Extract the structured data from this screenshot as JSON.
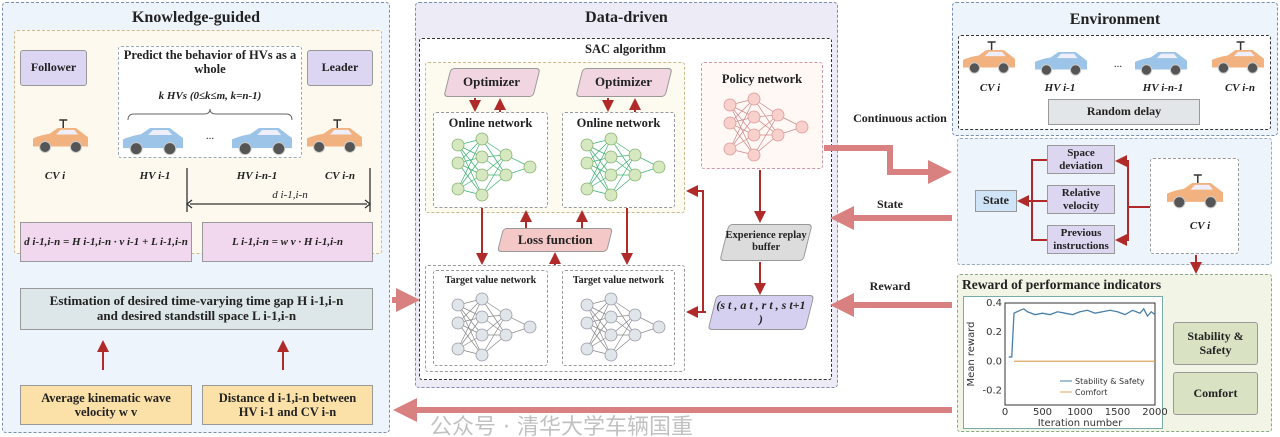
{
  "knowledge": {
    "title": "Knowledge-guided",
    "follower": "Follower",
    "leader": "Leader",
    "predict": "Predict the behavior of HVs as a whole",
    "k_hvs": "k HVs (0≤k≤m, k=n-1)",
    "ellipsis": "...",
    "vehicles": [
      "CV i",
      "HV i-1",
      "HV i-n-1",
      "CV i-n"
    ],
    "distance_label": "d i-1,i-n",
    "eq1": "d i-1,i-n = H i-1,i-n · v i-1 + L i-1,i-n",
    "eq2": "L i-1,i-n = w v · H i-1,i-n",
    "estimation": "Estimation of desired time-varying time gap H i-1,i-n and desired standstill space L i-1,i-n",
    "input1": "Average kinematic wave velocity w v",
    "input2": "Distance d i-1,i-n between HV i-1 and CV i-n"
  },
  "data_driven": {
    "title": "Data-driven",
    "sac": "SAC algorithm",
    "optimizer": "Optimizer",
    "online": "Online network",
    "loss": "Loss function",
    "target": "Target value network",
    "policy": "Policy network",
    "replay": "Experience replay buffer",
    "tuple": "(s t , a t , r t , s t+1 )"
  },
  "links": {
    "action": "Continuous action",
    "state": "State",
    "reward": "Reward"
  },
  "environment": {
    "title": "Environment",
    "vehicles": [
      "CV i",
      "HV i-1",
      "HV i-n-1",
      "CV i-n"
    ],
    "ellipsis": "...",
    "random_delay": "Random delay",
    "state": "State",
    "features": [
      "Space deviation",
      "Relative velocity",
      "Previous instructions"
    ],
    "cv": "CV i"
  },
  "reward": {
    "title": "Reward of performance indicators",
    "stability": "Stability & Safety",
    "comfort": "Comfort"
  },
  "watermark": "公众号 · 清华大学车辆国重",
  "colors": {
    "arrow": "#b02a2a",
    "big_arrow": "#d98080",
    "cv_orange": "#f2b27f",
    "hv_blue": "#9cc3e8"
  },
  "chart_data": {
    "type": "line",
    "xlabel": "Iteration number",
    "ylabel": "Mean reward",
    "xlim": [
      0,
      2000
    ],
    "ylim": [
      -0.3,
      0.4
    ],
    "xticks": [
      "0",
      "500",
      "1000",
      "1500",
      "2000"
    ],
    "yticks": [
      "-0.2",
      "0.0",
      "0.2",
      "0.4"
    ],
    "legend": "bottom-right",
    "series": [
      {
        "name": "Stability & Safety",
        "color": "#4a7fa8",
        "x": [
          50,
          90,
          120,
          200,
          250,
          300,
          400,
          500,
          600,
          700,
          800,
          900,
          1000,
          1100,
          1200,
          1300,
          1400,
          1500,
          1600,
          1700,
          1800,
          1850,
          1900,
          1950,
          2000
        ],
        "y": [
          0.03,
          0.03,
          0.33,
          0.35,
          0.36,
          0.34,
          0.32,
          0.33,
          0.32,
          0.34,
          0.33,
          0.32,
          0.34,
          0.35,
          0.33,
          0.34,
          0.35,
          0.34,
          0.32,
          0.35,
          0.33,
          0.36,
          0.31,
          0.34,
          0.32
        ]
      },
      {
        "name": "Comfort",
        "color": "#d8a860",
        "x": [
          120,
          2000
        ],
        "y": [
          0.0,
          0.0
        ]
      }
    ]
  }
}
